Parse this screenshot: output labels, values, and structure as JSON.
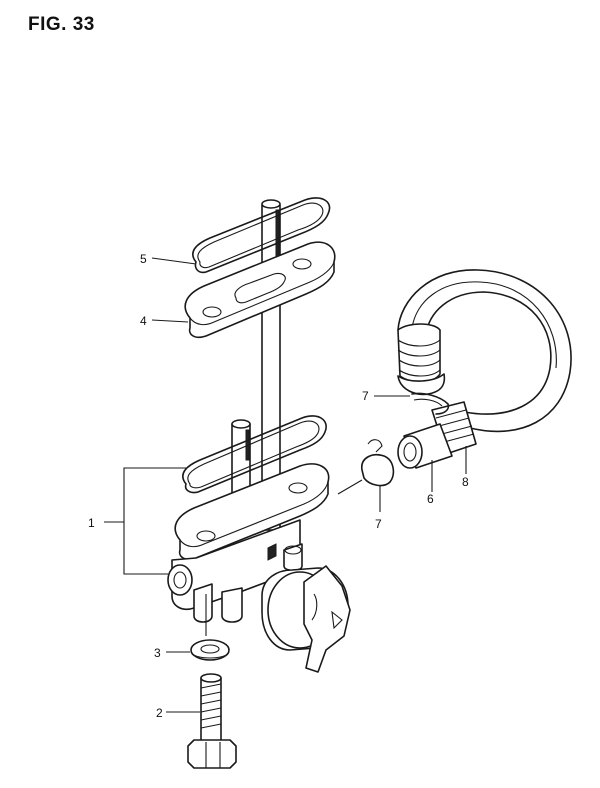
{
  "figure": {
    "title": "FIG. 33"
  },
  "callouts": [
    {
      "id": "c1",
      "label": "1"
    },
    {
      "id": "c2",
      "label": "2"
    },
    {
      "id": "c3",
      "label": "3"
    },
    {
      "id": "c4",
      "label": "4"
    },
    {
      "id": "c5",
      "label": "5"
    },
    {
      "id": "c6",
      "label": "6"
    },
    {
      "id": "c7a",
      "label": "7"
    },
    {
      "id": "c7b",
      "label": "7"
    },
    {
      "id": "c8",
      "label": "8"
    }
  ]
}
